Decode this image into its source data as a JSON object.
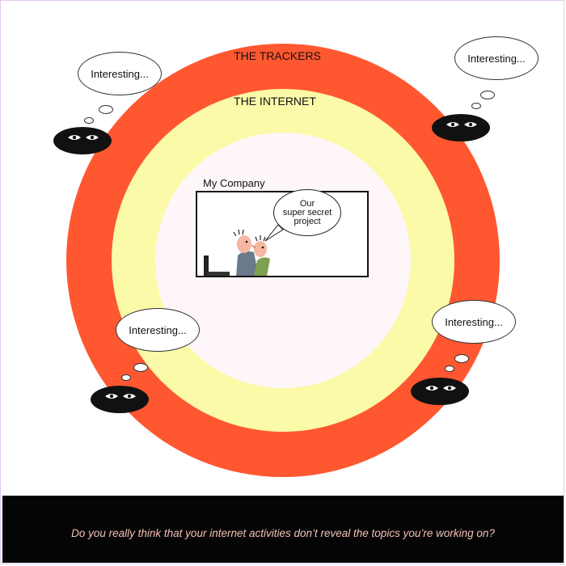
{
  "diagram": {
    "rings": {
      "outer_label": "THE TRACKERS",
      "middle_label": "THE INTERNET",
      "inner_label": "My Company"
    },
    "speech": {
      "line1": "Our",
      "line2": "super secret",
      "line3": "project"
    },
    "tracker_bubbles": [
      {
        "text": "Interesting..."
      },
      {
        "text": "Interesting..."
      },
      {
        "text": "Interesting..."
      },
      {
        "text": "Interesting..."
      }
    ],
    "colors": {
      "outer_ring": "#ff5730",
      "middle_ring": "#fafaa8",
      "inner_disc": "#fef6f8",
      "footer_bg": "#050505",
      "footer_text": "#f4c2b4"
    }
  },
  "footer": {
    "caption": "Do you really think that your internet activities don’t reveal the topics you’re working on?"
  }
}
